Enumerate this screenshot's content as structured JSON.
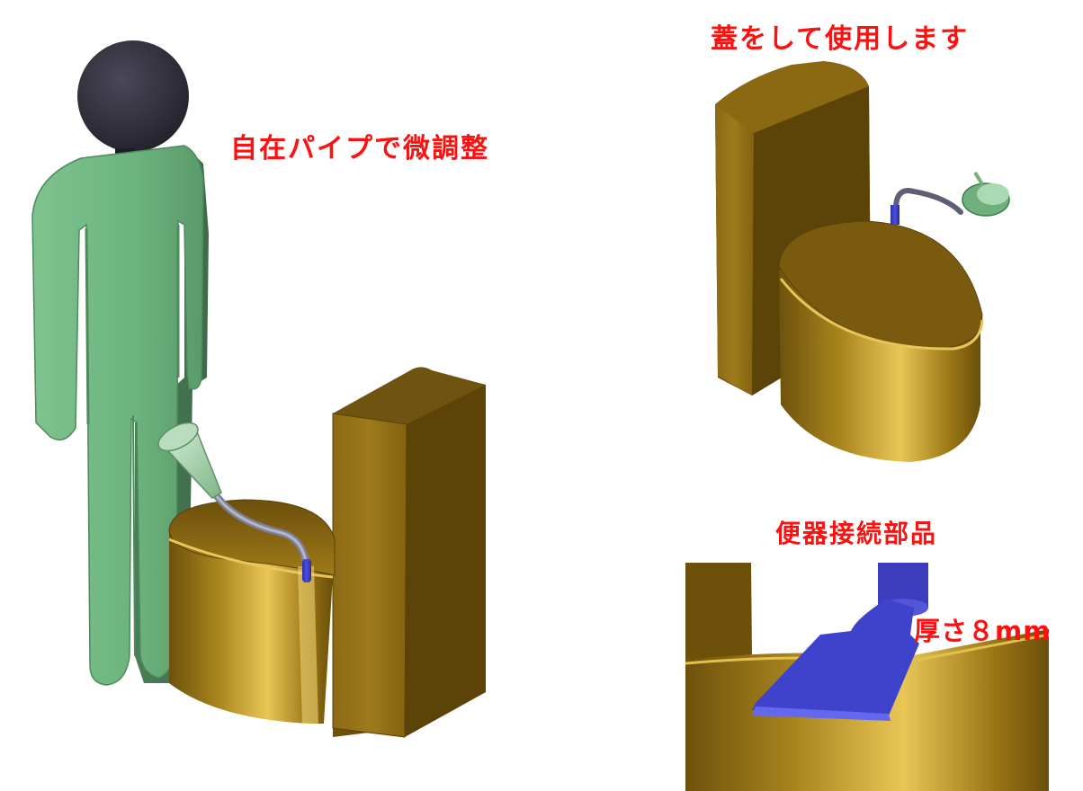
{
  "captions": {
    "main": "自在パイプで微調整",
    "lid": "蓋をして使用します",
    "part": "便器接続部品",
    "thickness": "厚さ８mm"
  },
  "colors": {
    "caption": "#ff1010",
    "figure_green": "#5f9f72",
    "head_dark": "#34323f",
    "toilet_gold": "#9a7418",
    "pipe_blue": "#3b3fc8"
  }
}
